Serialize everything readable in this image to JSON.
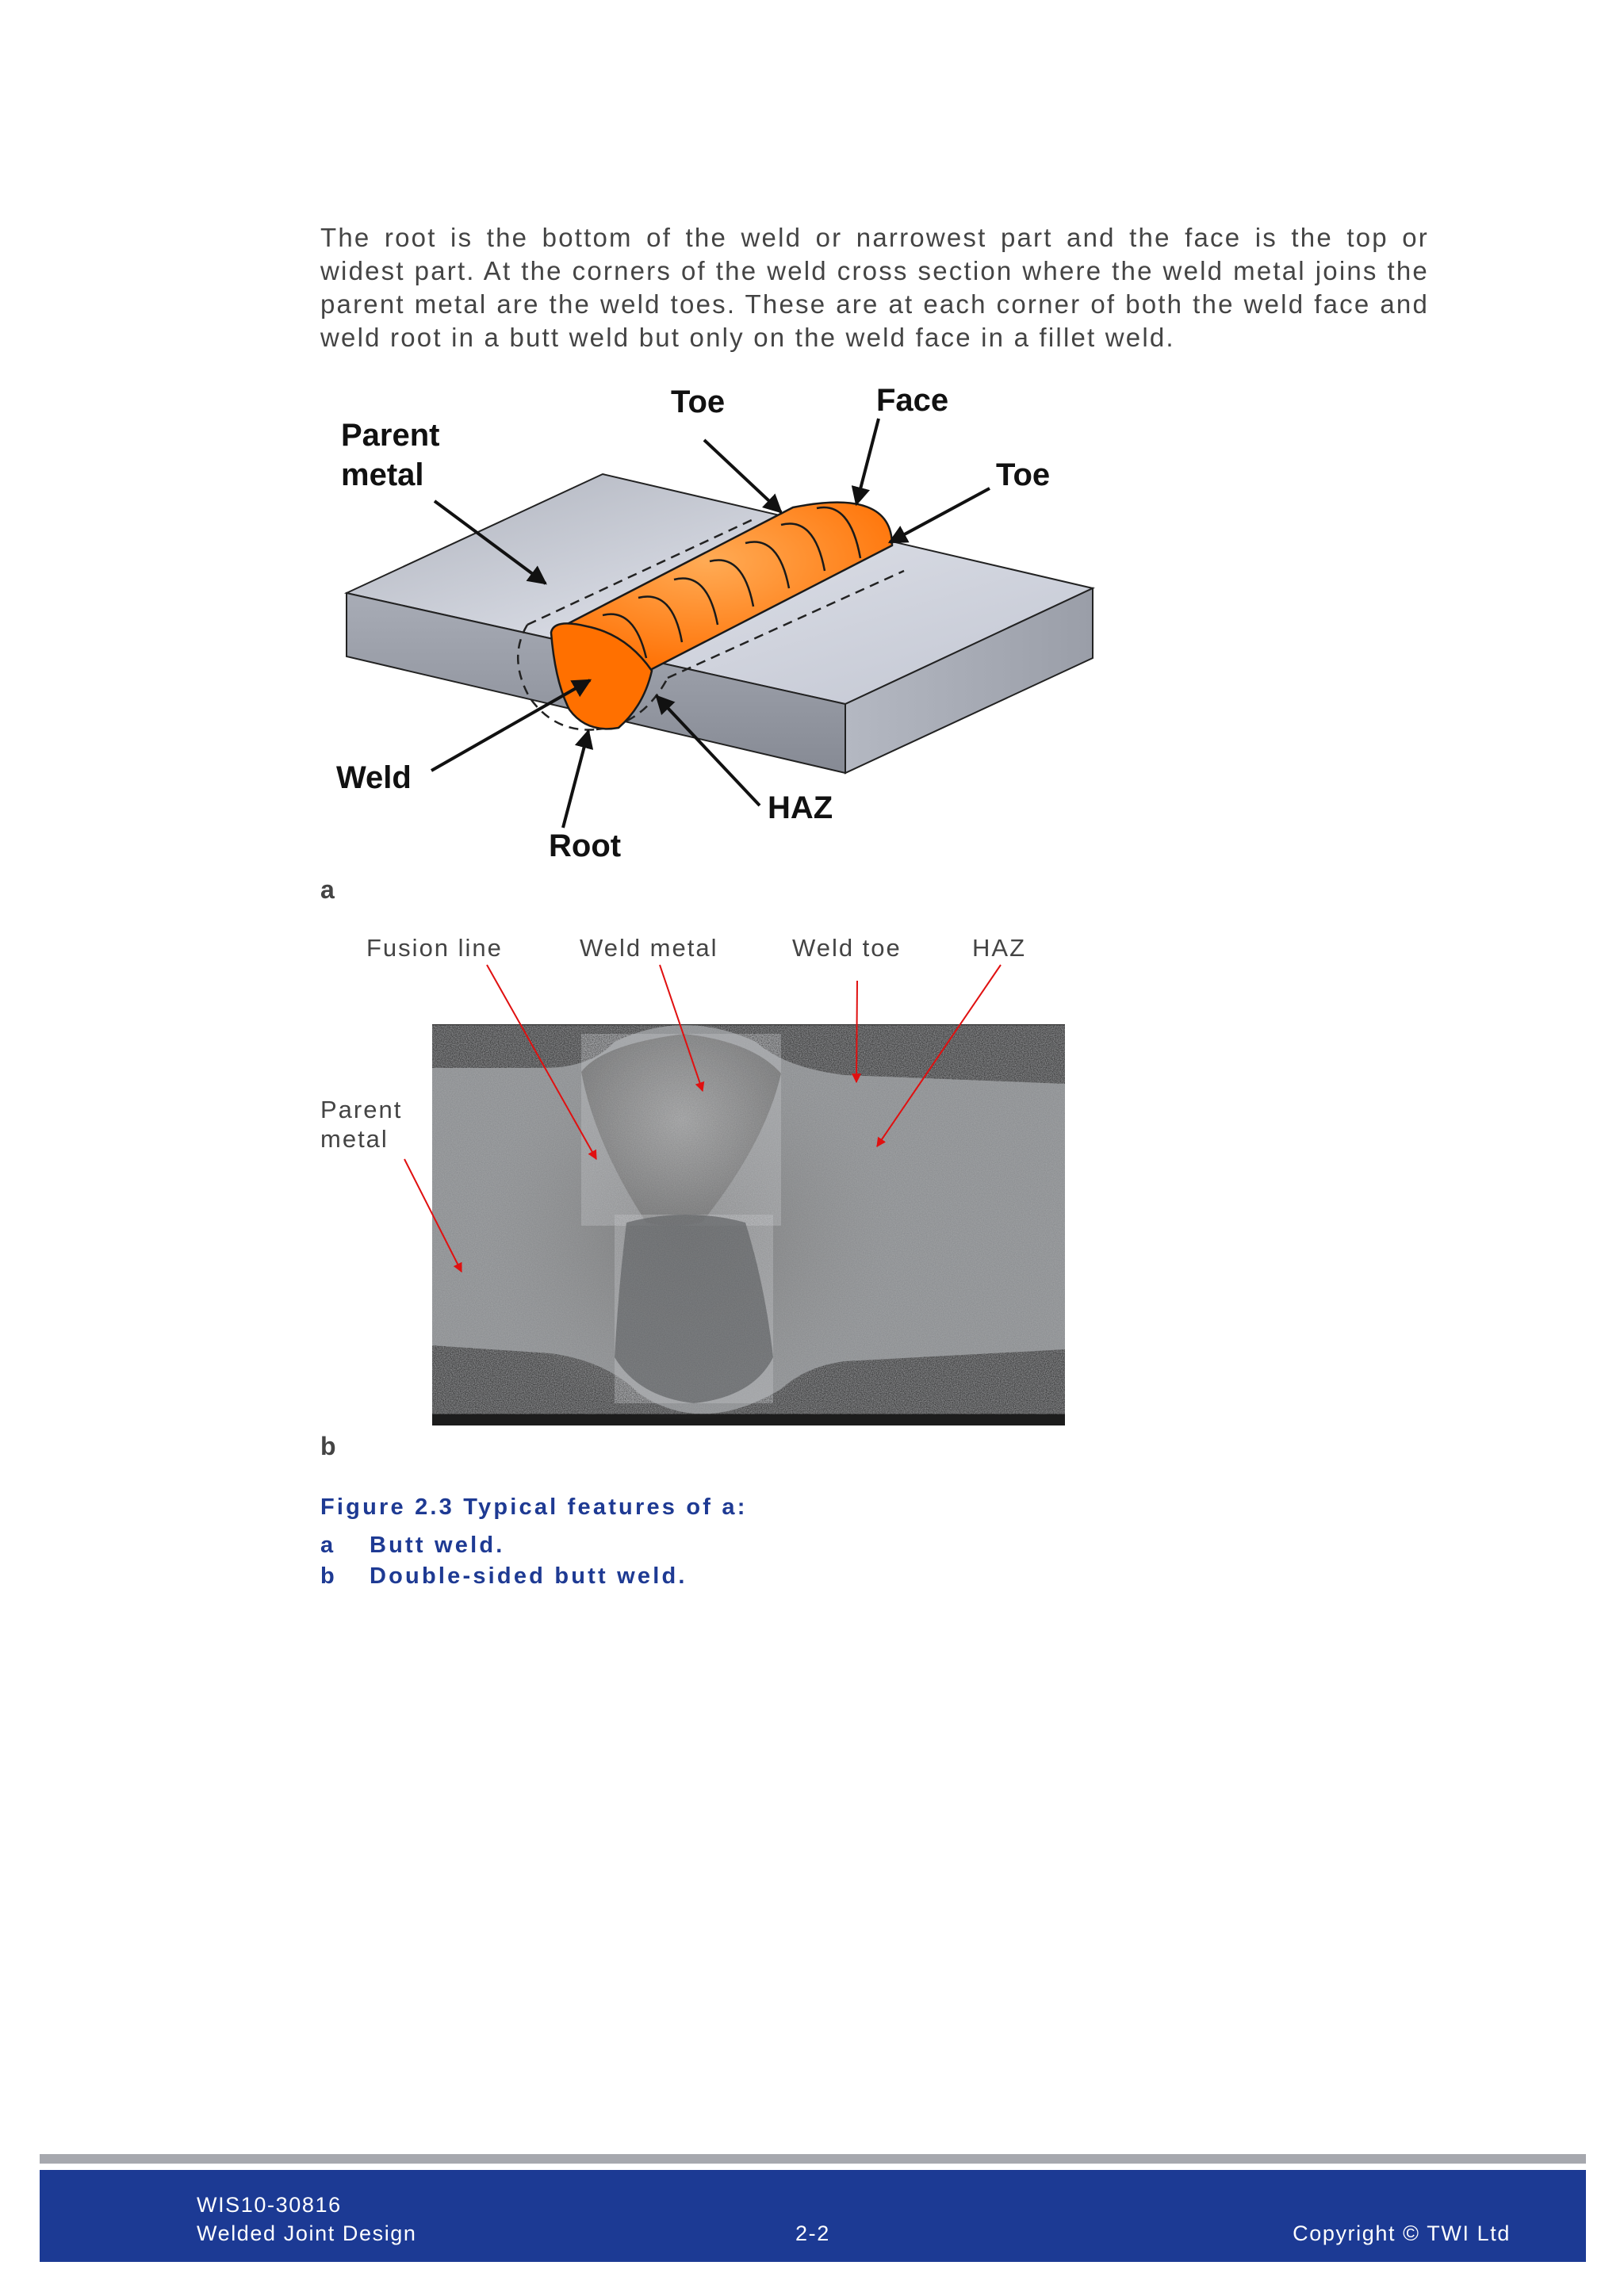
{
  "paragraph": "The root is the bottom of the weld or narrowest part and the face is the top or widest part. At the corners of the weld cross section where the weld metal joins the parent metal are the weld toes. These are at each corner of both the weld face and weld root in a butt weld but only on the weld face in a fillet weld.",
  "figure_a": {
    "labels": {
      "parent_line1": "Parent",
      "parent_line2": "metal",
      "toe_left": "Toe",
      "face": "Face",
      "toe_right": "Toe",
      "weld": "Weld",
      "root": "Root",
      "haz": "HAZ"
    },
    "sublabel": "a",
    "colors": {
      "weld_bead": "#ff7a12",
      "plate": "#c8ccd6"
    }
  },
  "figure_b": {
    "labels": {
      "fusion_line": "Fusion line",
      "weld_metal": "Weld metal",
      "weld_toe": "Weld toe",
      "haz": "HAZ",
      "parent_line1": "Parent",
      "parent_line2": "metal"
    },
    "sublabel": "b",
    "colors": {
      "arrow": "#e01010"
    }
  },
  "caption": {
    "title": "Figure 2.3 Typical features of a:",
    "items": [
      {
        "letter": "a",
        "text": "Butt weld."
      },
      {
        "letter": "b",
        "text": "Double-sided butt weld."
      }
    ],
    "color": "#1e3a93"
  },
  "footer": {
    "doc_id": "WIS10-30816",
    "doc_title": "Welded Joint Design",
    "page": "2-2",
    "copyright": "Copyright © TWI Ltd",
    "color": "#1c3a94"
  }
}
